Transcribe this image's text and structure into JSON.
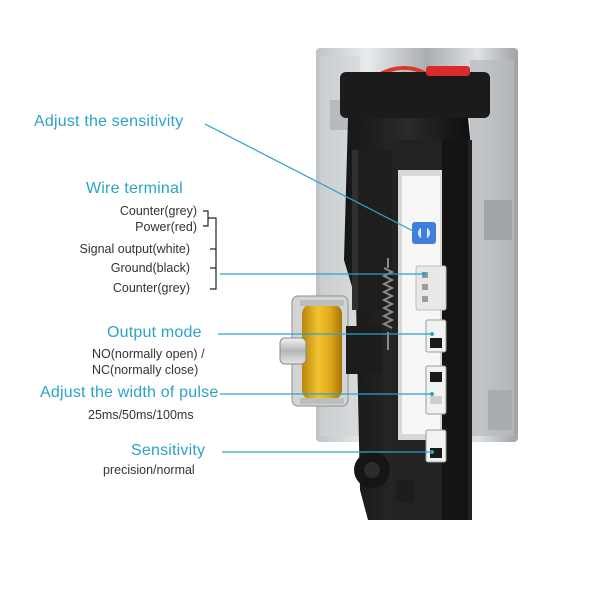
{
  "accent_color": "#2aa3c9",
  "labels": {
    "adjust_sensitivity": "Adjust the sensitivity",
    "wire_terminal": {
      "title": "Wire terminal",
      "lines": [
        "Counter(grey)",
        "Power(red)",
        "Signal output(white)",
        "Ground(black)",
        "Counter(grey)"
      ]
    },
    "output_mode": {
      "title": "Output mode",
      "line1": "NO(normally open) /",
      "line2": "NC(normally close)"
    },
    "pulse_width": {
      "title": "Adjust the width of pulse",
      "sub": "25ms/50ms/100ms"
    },
    "sensitivity": {
      "title": "Sensitivity",
      "sub": "precision/normal"
    }
  },
  "device": {
    "photo": "coin-acceptor-side-view",
    "parts": [
      "metal-housing",
      "black-control-board",
      "ribbon-wires",
      "yellow-solenoid-coil",
      "spring",
      "dip-switches",
      "wire-connector"
    ]
  }
}
